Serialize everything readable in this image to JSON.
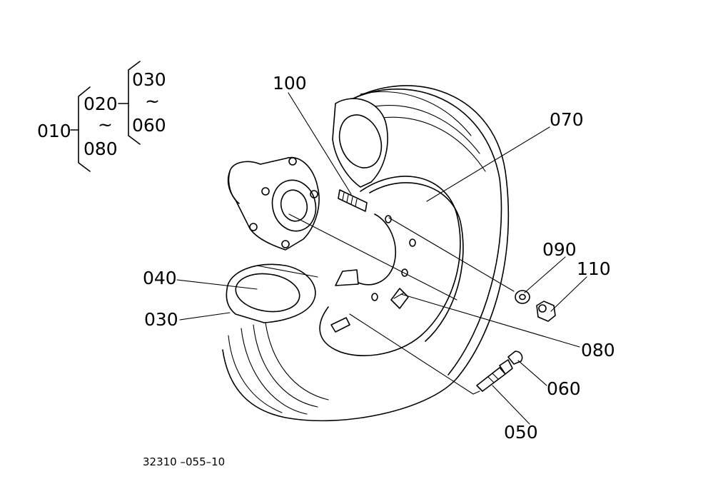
{
  "tree": {
    "root": "010",
    "level1_top": "020",
    "level1_tilde": "~",
    "level1_bottom": "080",
    "level2_top": "030",
    "level2_tilde": "~",
    "level2_bottom": "060"
  },
  "callouts": {
    "p100": "100",
    "p070": "070",
    "p090": "090",
    "p110": "110",
    "p040": "040",
    "p030": "030",
    "p080": "080",
    "p060": "060",
    "p050": "050"
  },
  "figure_code": "32310 –055–10"
}
